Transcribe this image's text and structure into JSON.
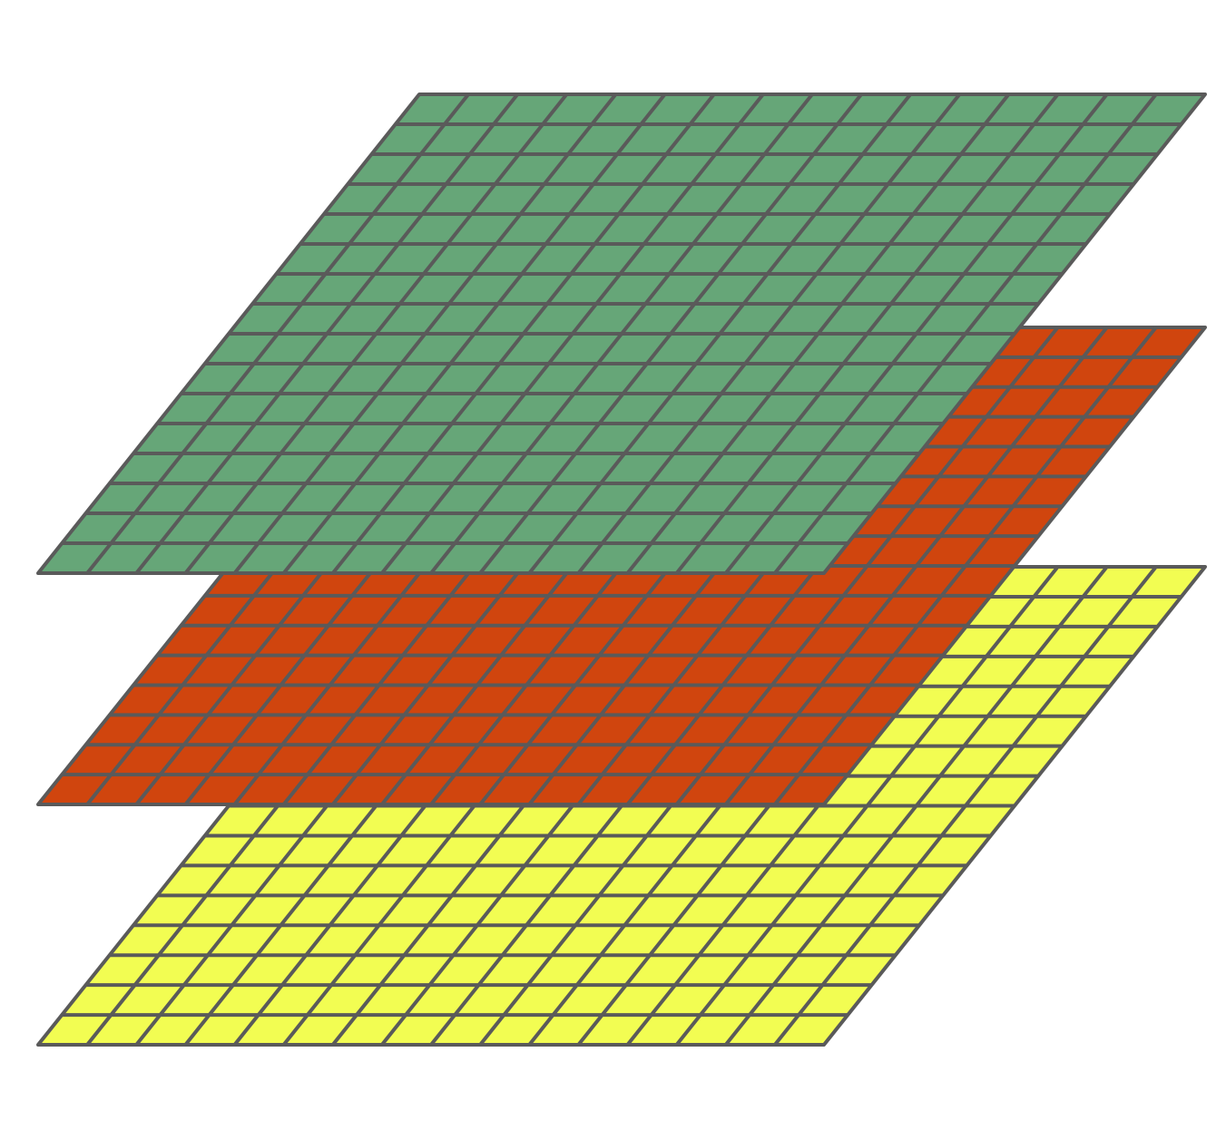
{
  "diagram": {
    "type": "stacked-grid-layers",
    "grid_line_color": "#5a5a5a",
    "layers": [
      {
        "name": "top-layer",
        "fill": "#66a678",
        "rows": 16,
        "cols": 16,
        "stack_order": 1
      },
      {
        "name": "middle-layer",
        "fill": "#d0450e",
        "rows": 16,
        "cols": 16,
        "stack_order": 2
      },
      {
        "name": "bottom-layer",
        "fill": "#f2fd52",
        "rows": 16,
        "cols": 16,
        "stack_order": 3
      }
    ]
  }
}
